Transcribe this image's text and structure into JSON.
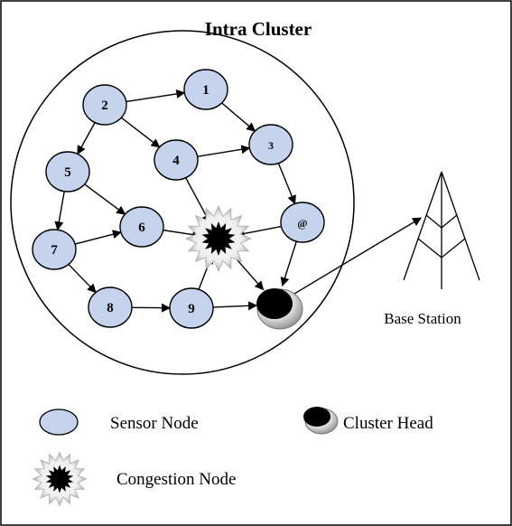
{
  "title": "Intra Cluster",
  "base_station_label": "Base Station",
  "colors": {
    "sensor_fill": "#c5d3ec",
    "sensor_stroke": "#000000",
    "edge": "#000000",
    "congestion_core": "#000000",
    "cluster_head": "#000000"
  },
  "sensor_nodes": [
    {
      "id": "n2",
      "label": "2"
    },
    {
      "id": "n1",
      "label": "1"
    },
    {
      "id": "n5",
      "label": "5"
    },
    {
      "id": "n4",
      "label": "4"
    },
    {
      "id": "n3",
      "label": "3"
    },
    {
      "id": "n6",
      "label": "6"
    },
    {
      "id": "n7",
      "label": "7"
    },
    {
      "id": "nat",
      "label": "@"
    },
    {
      "id": "n8",
      "label": "8"
    },
    {
      "id": "n9",
      "label": "9"
    }
  ],
  "edges": [
    {
      "from": "n2",
      "to": "n1"
    },
    {
      "from": "n1",
      "to": "n3"
    },
    {
      "from": "n2",
      "to": "n5"
    },
    {
      "from": "n2",
      "to": "n4"
    },
    {
      "from": "n4",
      "to": "n3"
    },
    {
      "from": "n3",
      "to": "nat"
    },
    {
      "from": "n5",
      "to": "n7"
    },
    {
      "from": "n5",
      "to": "n6"
    },
    {
      "from": "n7",
      "to": "n6"
    },
    {
      "from": "n7",
      "to": "n8"
    },
    {
      "from": "n8",
      "to": "n9"
    },
    {
      "from": "n4",
      "to": "congestion"
    },
    {
      "from": "n6",
      "to": "congestion"
    },
    {
      "from": "nat",
      "to": "congestion"
    },
    {
      "from": "n9",
      "to": "congestion"
    },
    {
      "from": "nat",
      "to": "cluster_head"
    },
    {
      "from": "congestion",
      "to": "cluster_head"
    },
    {
      "from": "n9",
      "to": "cluster_head"
    },
    {
      "from": "cluster_head",
      "to": "base_station"
    }
  ],
  "legend": {
    "sensor": "Sensor Node",
    "cluster_head": "Cluster Head",
    "congestion": "Congestion Node"
  }
}
